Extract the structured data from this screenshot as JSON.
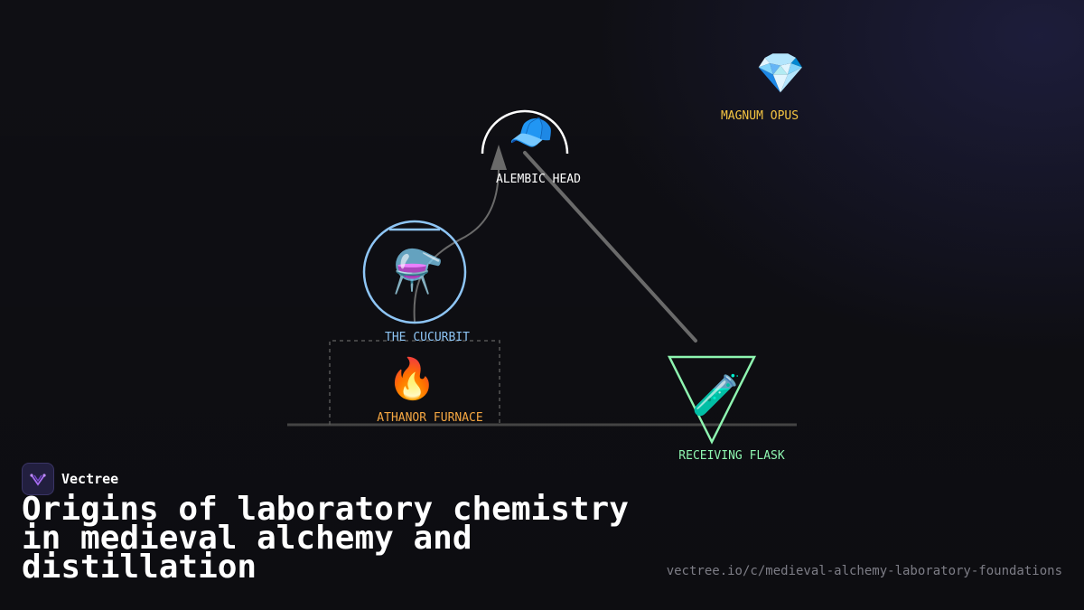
{
  "diagram": {
    "nodes": {
      "magnum_opus": {
        "label": "MAGNUM OPUS",
        "icon": "gem-icon",
        "glyph": "💎",
        "color": "#f5c542"
      },
      "alembic_head": {
        "label": "ALEMBIC HEAD",
        "icon": "cap-icon",
        "glyph": "🧢",
        "color": "#ffffff"
      },
      "cucurbit": {
        "label": "THE CUCURBIT",
        "icon": "alembic-flask-icon",
        "glyph": "⚗️",
        "color": "#8ec5f5"
      },
      "furnace": {
        "label": "ATHANOR FURNACE",
        "icon": "fire-icon",
        "glyph": "🔥",
        "color": "#f5a742"
      },
      "receiving_flask": {
        "label": "RECEIVING FLASK",
        "icon": "test-tube-icon",
        "glyph": "🧪",
        "color": "#8ef5b0"
      }
    },
    "edge_color": "#6a6a6a",
    "ground_color": "#444444"
  },
  "brand": {
    "name": "Vectree"
  },
  "title": "Origins of laboratory chemistry in medieval alchemy and distillation",
  "url": "vectree.io/c/medieval-alchemy-laboratory-foundations"
}
